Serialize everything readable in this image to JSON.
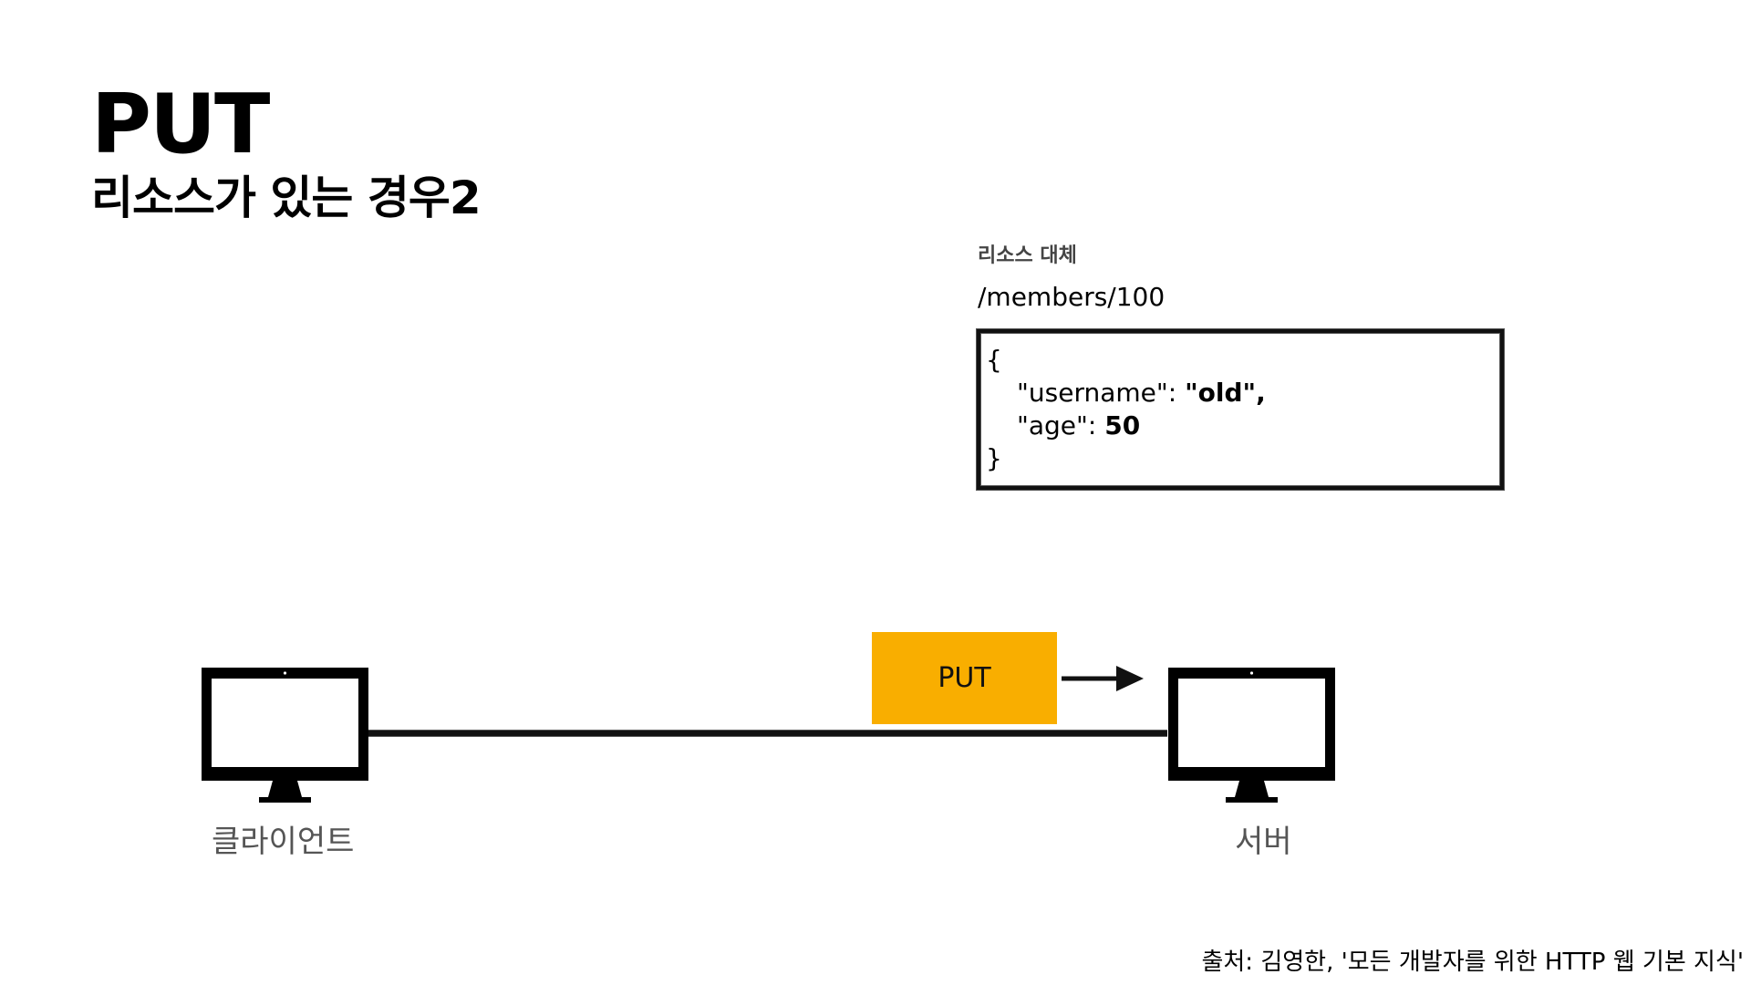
{
  "slide": {
    "title": "PUT",
    "subtitle": "리소스가 있는 경우2"
  },
  "request": {
    "caption": "리소스 대체",
    "path": "/members/100",
    "body": {
      "open_brace": "{",
      "close_brace": "}",
      "username_key": "\"username\": ",
      "username_value": "\"old\",",
      "age_key": "\"age\": ",
      "age_value": "50"
    }
  },
  "diagram": {
    "client_label": "클라이언트",
    "server_label": "서버",
    "method_label": "PUT",
    "method_color": "#f9ae00",
    "client_icon": "monitor-icon",
    "server_icon": "monitor-icon",
    "arrow_icon": "arrow-right-icon"
  },
  "footer": {
    "source": "출처: 김영한, '모든 개발자를 위한 HTTP 웹 기본 지식'"
  }
}
